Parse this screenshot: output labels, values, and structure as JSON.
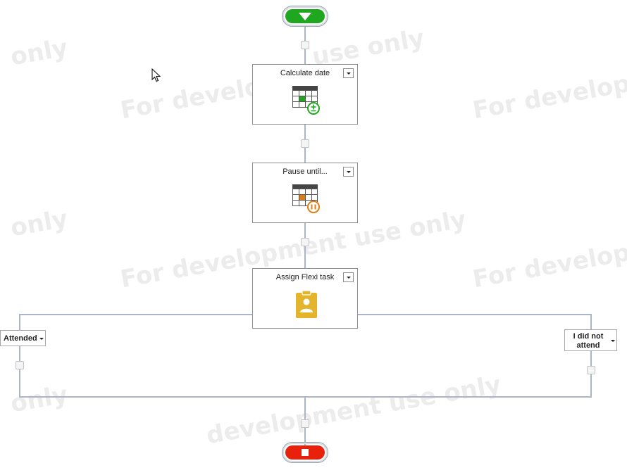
{
  "watermark": {
    "full": "For development use only",
    "fragment_only": "only",
    "fragment_use_only": "use only",
    "fragment_for_develop": "For develop",
    "fragment_for_developm": "For developm",
    "fragment_development": "development use only"
  },
  "workflow": {
    "start": {
      "icon": "play-triangle-icon",
      "color": "#1fa81f"
    },
    "end": {
      "icon": "stop-square-icon",
      "color": "#e8210d"
    },
    "actions": [
      {
        "title": "Calculate date",
        "icon": "calendar-calculate-icon",
        "badge_color": "#1fa81f"
      },
      {
        "title": "Pause until...",
        "icon": "calendar-pause-icon",
        "badge_color": "#e07b12"
      },
      {
        "title": "Assign Flexi task",
        "icon": "clipboard-user-icon",
        "badge_color": "#e3b52c"
      }
    ],
    "branches": {
      "left": "Attended",
      "right_line1": "I did not",
      "right_line2": "attend"
    }
  },
  "colors": {
    "connector_line": "#aab6c6",
    "watermark": "#ececec"
  }
}
